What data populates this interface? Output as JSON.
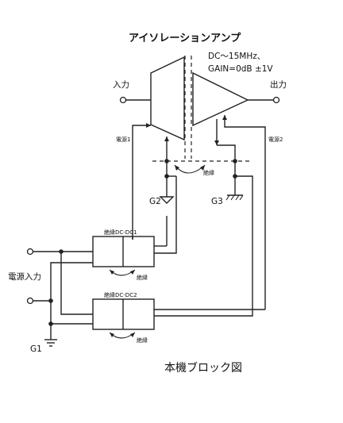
{
  "title": "アイソレーションアンプ",
  "spec": {
    "line1": "DC〜15MHz、",
    "line2": "GAIN=0dB ±1V"
  },
  "labels": {
    "input": "入力",
    "output": "出力",
    "power1": "電源1",
    "power2": "電源2",
    "insulation": "絶縁",
    "g1": "G1",
    "g2": "G2",
    "g3": "G3",
    "power_input": "電源入力",
    "dcdc1": "絶縁DC-DC1",
    "dcdc2": "絶縁DC-DC2"
  },
  "caption": "本機ブロック図",
  "colors": {
    "ink": "#222222",
    "background": "#ffffff"
  }
}
